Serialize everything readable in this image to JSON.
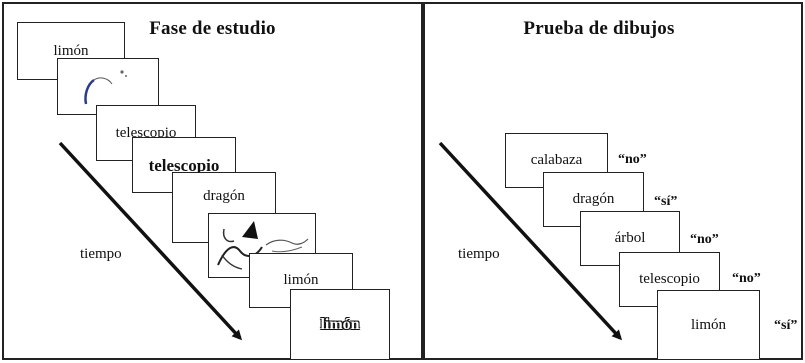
{
  "left_panel": {
    "title": "Fase de estudio",
    "time_label": "tiempo",
    "cards": [
      {
        "kind": "word",
        "text": "limón"
      },
      {
        "kind": "picture",
        "icon": "lemon-drawing-icon"
      },
      {
        "kind": "word",
        "text": "telescopio"
      },
      {
        "kind": "bold-word",
        "text": "telescopio"
      },
      {
        "kind": "word",
        "text": "dragón"
      },
      {
        "kind": "picture",
        "icon": "dragon-drawing-icon"
      },
      {
        "kind": "word",
        "text": "limón"
      },
      {
        "kind": "outline-word",
        "text": "limón"
      }
    ]
  },
  "right_panel": {
    "title": "Prueba de dibujos",
    "time_label": "tiempo",
    "cards": [
      {
        "text": "calabaza",
        "response": "“no”"
      },
      {
        "text": "dragón",
        "response": "“sí”"
      },
      {
        "text": "árbol",
        "response": "“no”"
      },
      {
        "text": "telescopio",
        "response": "“no”"
      },
      {
        "text": "limón",
        "response": "“sí”"
      }
    ]
  }
}
